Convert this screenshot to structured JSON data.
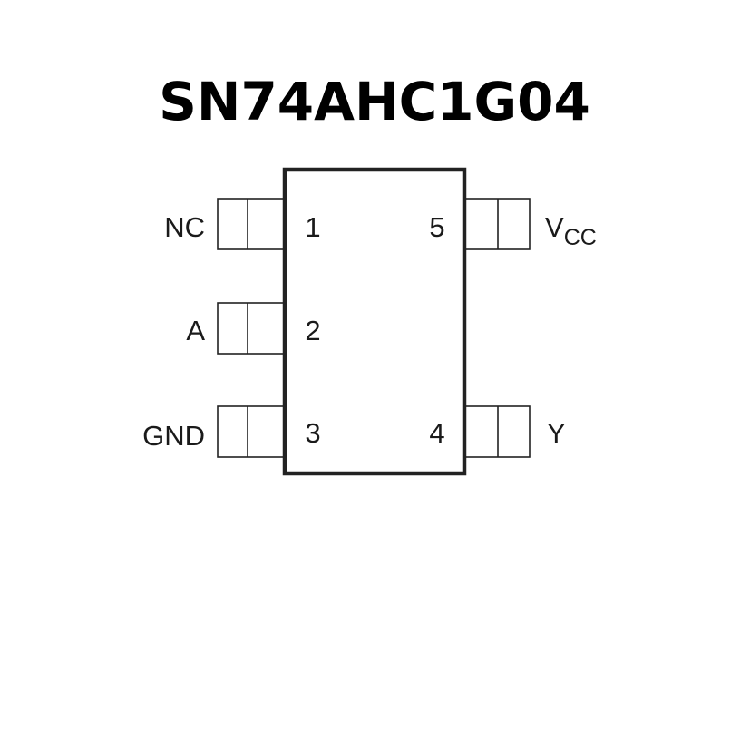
{
  "title": "SN74AHC1G04",
  "pins": [
    {
      "number": "1",
      "name": "NC"
    },
    {
      "number": "2",
      "name": "A"
    },
    {
      "number": "3",
      "name": "GND"
    },
    {
      "number": "4",
      "name": "Y"
    },
    {
      "number": "5",
      "name_main": "V",
      "name_sub": "CC"
    }
  ]
}
